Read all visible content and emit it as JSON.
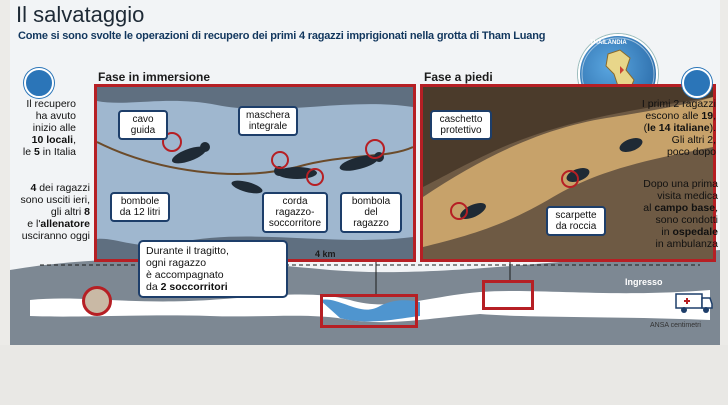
{
  "title": "Il salvataggio",
  "subtitle": "Come si sono svolte le operazioni di recupero dei primi 4 ragazzi imprigionati nella grotta di Tham Luang",
  "globe_label": "THAILANDIA",
  "sections": {
    "dive": "Fase in immersione",
    "walk": "Fase a piedi"
  },
  "dive_labels": {
    "cavo_guida": "cavo guida",
    "maschera_1": "maschera",
    "maschera_2": "integrale",
    "bombole_1": "bombole",
    "bombole_2": "da 12 litri",
    "corda_1": "corda",
    "corda_2": "ragazzo-",
    "corda_3": "soccorritore",
    "bombola_1": "bombola",
    "bombola_2": "del ragazzo"
  },
  "walk_labels": {
    "caschetto_1": "caschetto",
    "caschetto_2": "protettivo",
    "scarpette_1": "scarpette",
    "scarpette_2": "da roccia"
  },
  "left_text": {
    "l1": "Il recupero",
    "l2": "ha avuto",
    "l3": "inizio alle",
    "l4_b": "10 locali",
    "l4_r": ",",
    "l5_a": "le ",
    "l5_b": "5",
    "l5_c": " in Italia",
    "m1_b": "4",
    "m1_r": " dei ragazzi",
    "m2": "sono usciti ieri,",
    "m3_a": "gli altri ",
    "m3_b": "8",
    "m4_a": "e l'",
    "m4_b": "allenatore",
    "m5": "usciranno oggi"
  },
  "right_text": {
    "r1": "I primi 2 ragazzi",
    "r2_a": "escono alle ",
    "r2_b": "19",
    "r2_c": ",",
    "r3_a": "(",
    "r3_b": "le 14 italiane",
    "r3_c": ").",
    "r4": "Gli altri 2,",
    "r5": "poco dopo",
    "s1": "Dopo una prima",
    "s2": "visita medica",
    "s3_a": "al ",
    "s3_b": "campo base",
    "s3_c": ",",
    "s4": "sono condotti",
    "s5_a": "in ",
    "s5_b": "ospedale",
    "s6": "in ambulanza"
  },
  "note": {
    "n1": "Durante il tragitto,",
    "n2": "ogni ragazzo",
    "n3": "è accompagnato",
    "n4_a": "da ",
    "n4_b": "2 soccorritori"
  },
  "distance": "4 km",
  "ingresso": "Ingresso",
  "credit": "ANSA centimetri",
  "colors": {
    "red": "#b61f24",
    "navy": "#1d3e6a",
    "water": "#9fb7cf",
    "rock": "#6e5a44",
    "cave": "#737f8b"
  }
}
